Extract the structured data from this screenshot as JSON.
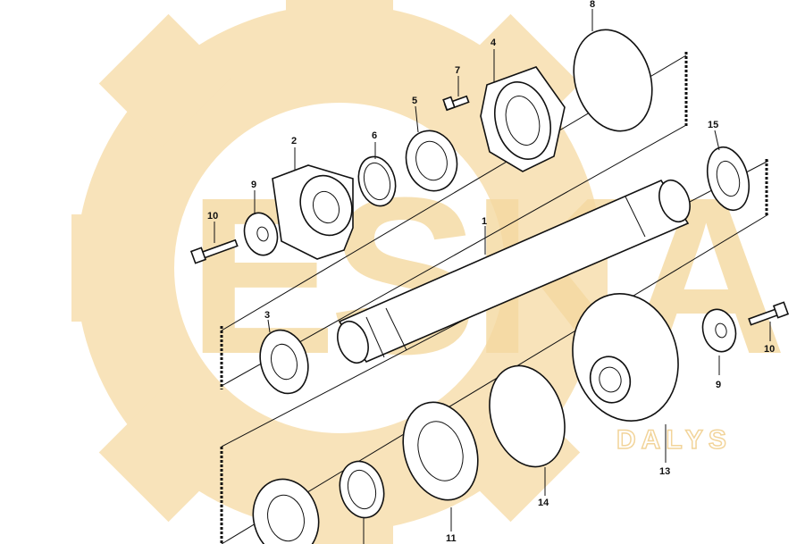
{
  "watermark": {
    "logo_text": "ESKA",
    "sub_text": "DALYS",
    "color": "#f5d9a0"
  },
  "callouts": [
    {
      "id": "1",
      "label": "1"
    },
    {
      "id": "2",
      "label": "2"
    },
    {
      "id": "3",
      "label": "3"
    },
    {
      "id": "4",
      "label": "4"
    },
    {
      "id": "5",
      "label": "5"
    },
    {
      "id": "6",
      "label": "6"
    },
    {
      "id": "7",
      "label": "7"
    },
    {
      "id": "8",
      "label": "8"
    },
    {
      "id": "9a",
      "label": "9"
    },
    {
      "id": "9b",
      "label": "9"
    },
    {
      "id": "10a",
      "label": "10"
    },
    {
      "id": "10b",
      "label": "10"
    },
    {
      "id": "11",
      "label": "11"
    },
    {
      "id": "13",
      "label": "13"
    },
    {
      "id": "14",
      "label": "14"
    },
    {
      "id": "15",
      "label": "15"
    }
  ]
}
